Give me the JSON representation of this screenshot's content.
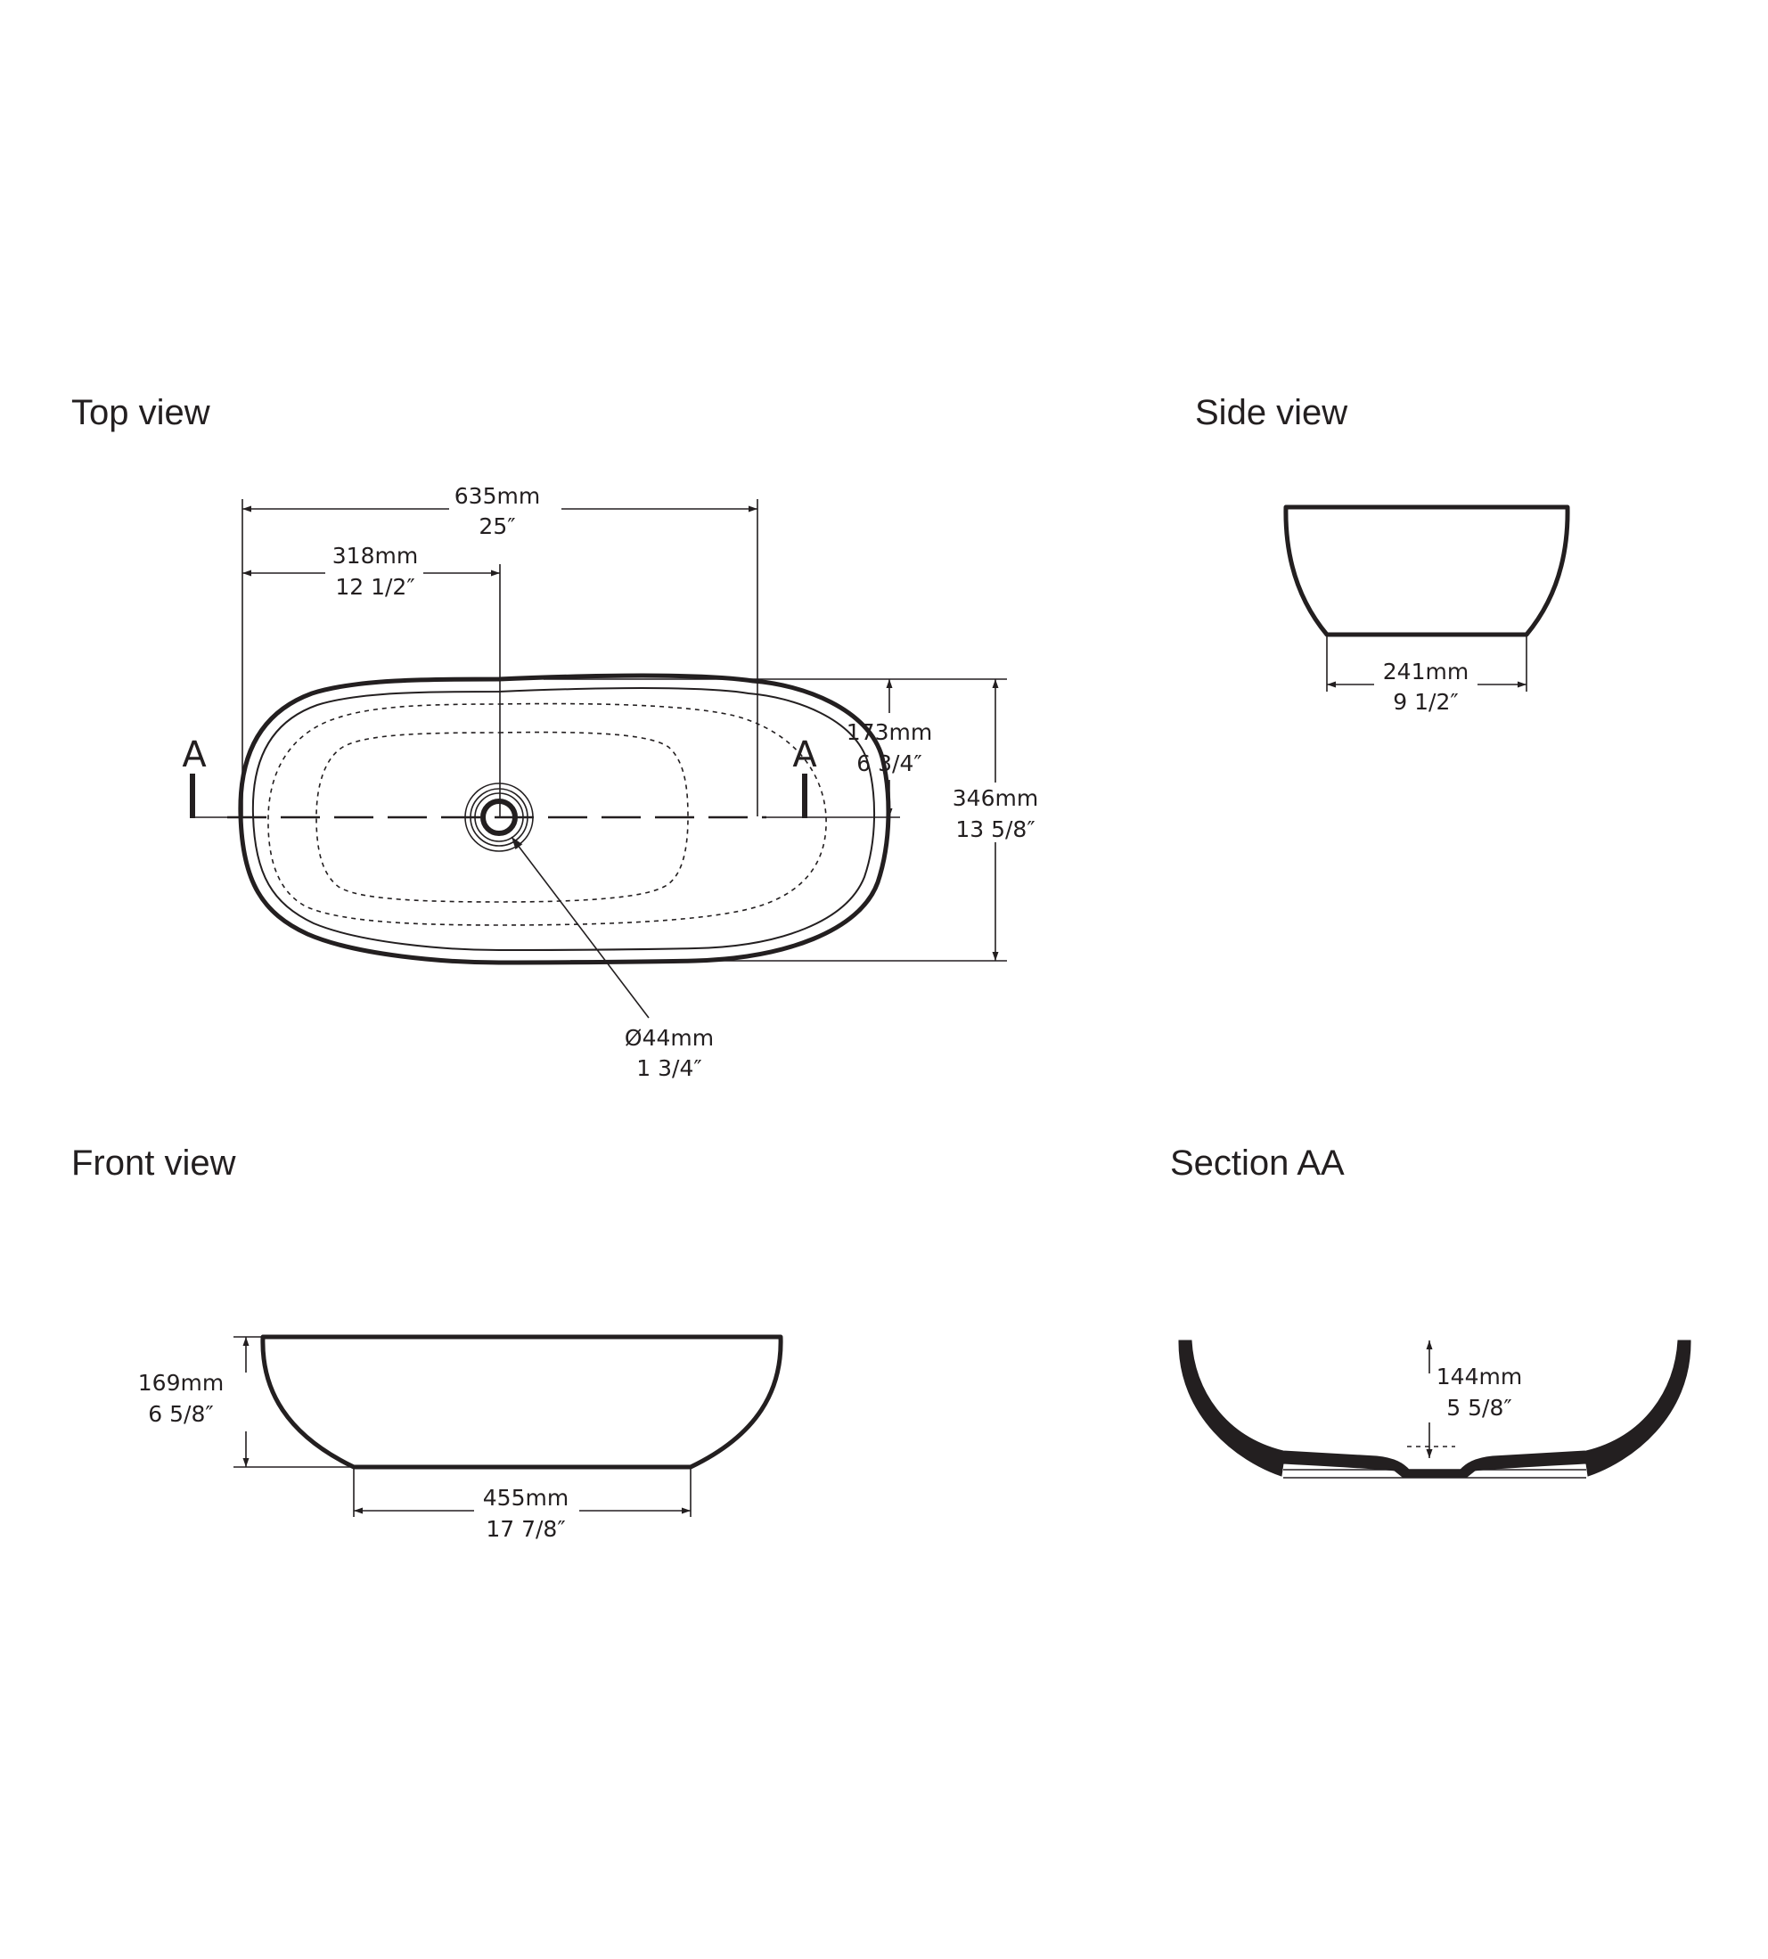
{
  "views": {
    "top": {
      "title": "Top view",
      "section_label": "A",
      "overall_length": {
        "mm": "635mm",
        "in": "25″"
      },
      "center_offset": {
        "mm": "318mm",
        "in": "12 1/2″"
      },
      "half_width": {
        "mm": "173mm",
        "in": "6 3/4″"
      },
      "overall_width": {
        "mm": "346mm",
        "in": "13 5/8″"
      },
      "drain_diameter": {
        "mm": "Ø44mm",
        "in": "1 3/4″"
      }
    },
    "side": {
      "title": "Side view",
      "base_width": {
        "mm": "241mm",
        "in": "9 1/2″"
      }
    },
    "front": {
      "title": "Front view",
      "height": {
        "mm": "169mm",
        "in": "6 5/8″"
      },
      "base_length": {
        "mm": "455mm",
        "in": "17 7/8″"
      }
    },
    "section": {
      "title": "Section AA",
      "inner_depth": {
        "mm": "144mm",
        "in": "5 5/8″"
      }
    }
  }
}
